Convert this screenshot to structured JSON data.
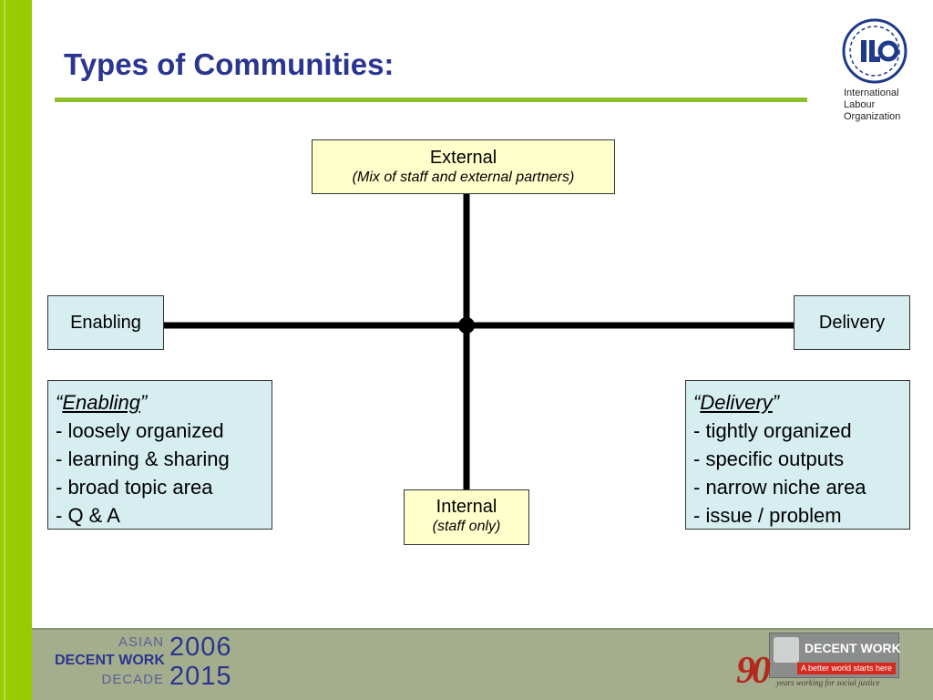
{
  "slide": {
    "title": "Types of Communities:"
  },
  "logo": {
    "emblem_icon": "ilo-emblem-icon",
    "lines": [
      "International",
      "Labour",
      "Organization"
    ]
  },
  "diagram": {
    "top": {
      "label": "External",
      "sublabel": "(Mix of staff and external partners)"
    },
    "bottom": {
      "label": "Internal",
      "sublabel": "(staff only)"
    },
    "left": {
      "label": "Enabling"
    },
    "right": {
      "label": "Delivery"
    }
  },
  "enabling_box": {
    "heading": "Enabling",
    "open_quote": "“",
    "close_quote": "”",
    "items": [
      "- loosely organized",
      "- learning & sharing",
      "- broad topic area",
      "- Q & A"
    ]
  },
  "delivery_box": {
    "heading": "Delivery",
    "open_quote": "“",
    "close_quote": "”",
    "items": [
      "- tightly organized",
      "- specific outputs",
      "- narrow niche area",
      "- issue / problem"
    ]
  },
  "footer": {
    "asian": "ASIAN",
    "decent_work": "DECENT WORK",
    "decade": "DECADE",
    "year_start": "2006",
    "year_end": "2015",
    "badge_title": "DECENT WORK",
    "badge_tagline": "A better world starts here",
    "anniversary_number": "90",
    "anniversary_tagline": "years working for social justice"
  },
  "colors": {
    "title": "#2a3590",
    "accent_green": "#99cc00",
    "yellow_box": "#ffffcc",
    "blue_box": "#d6eef0",
    "footer_band": "#a5ae8c",
    "badge_red": "#d42a1f"
  }
}
